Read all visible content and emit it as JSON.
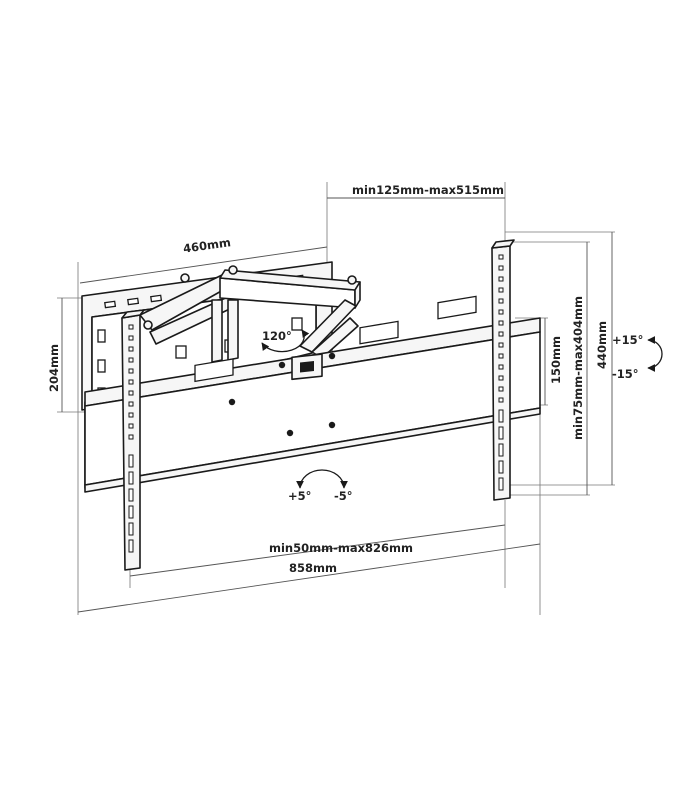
{
  "dimensions": {
    "wall_plate_width": "460mm",
    "wall_plate_height": "204mm",
    "extension_range": "min125mm-max515mm",
    "bracket_height_range": "min75mm-max404mm",
    "bracket_height": "440mm",
    "vesa_vertical": "150mm",
    "horizontal_range": "min50mm-max826mm",
    "overall_width": "858mm"
  },
  "angles": {
    "swivel": "120°",
    "tilt_up": "+15°",
    "tilt_down": "-15°",
    "rotate_pos": "+5°",
    "rotate_neg": "-5°"
  }
}
